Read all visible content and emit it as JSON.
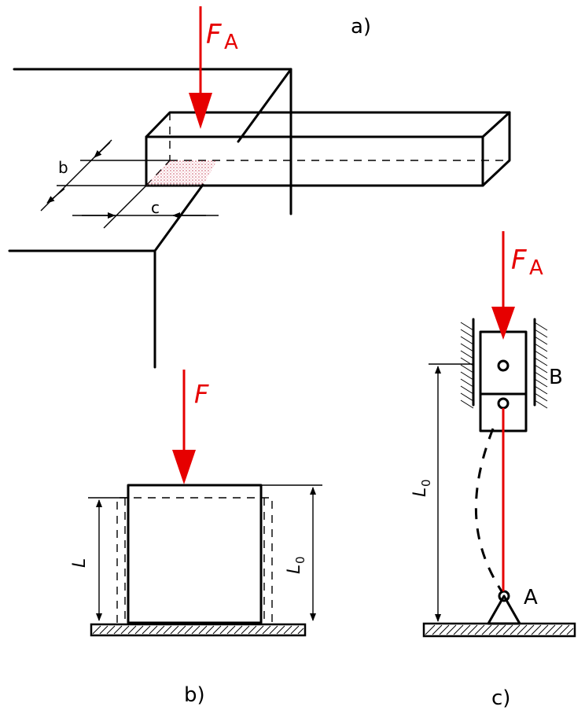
{
  "panels": {
    "a": {
      "label": "a)",
      "force": {
        "name": "F",
        "subscript": "A"
      },
      "dim_b": "b",
      "dim_c": "c"
    },
    "b": {
      "label": "b)",
      "force": {
        "name": "F"
      },
      "dim_L": "L",
      "dim_L0": {
        "name": "L",
        "subscript": "0"
      }
    },
    "c": {
      "label": "c)",
      "force": {
        "name": "F",
        "subscript": "A"
      },
      "point_A": "A",
      "point_B": "B",
      "dim_L0": {
        "name": "L",
        "subscript": "0"
      }
    }
  },
  "colors": {
    "force": "#e60000",
    "line": "#000000",
    "contact_area": "#d46a7a"
  }
}
